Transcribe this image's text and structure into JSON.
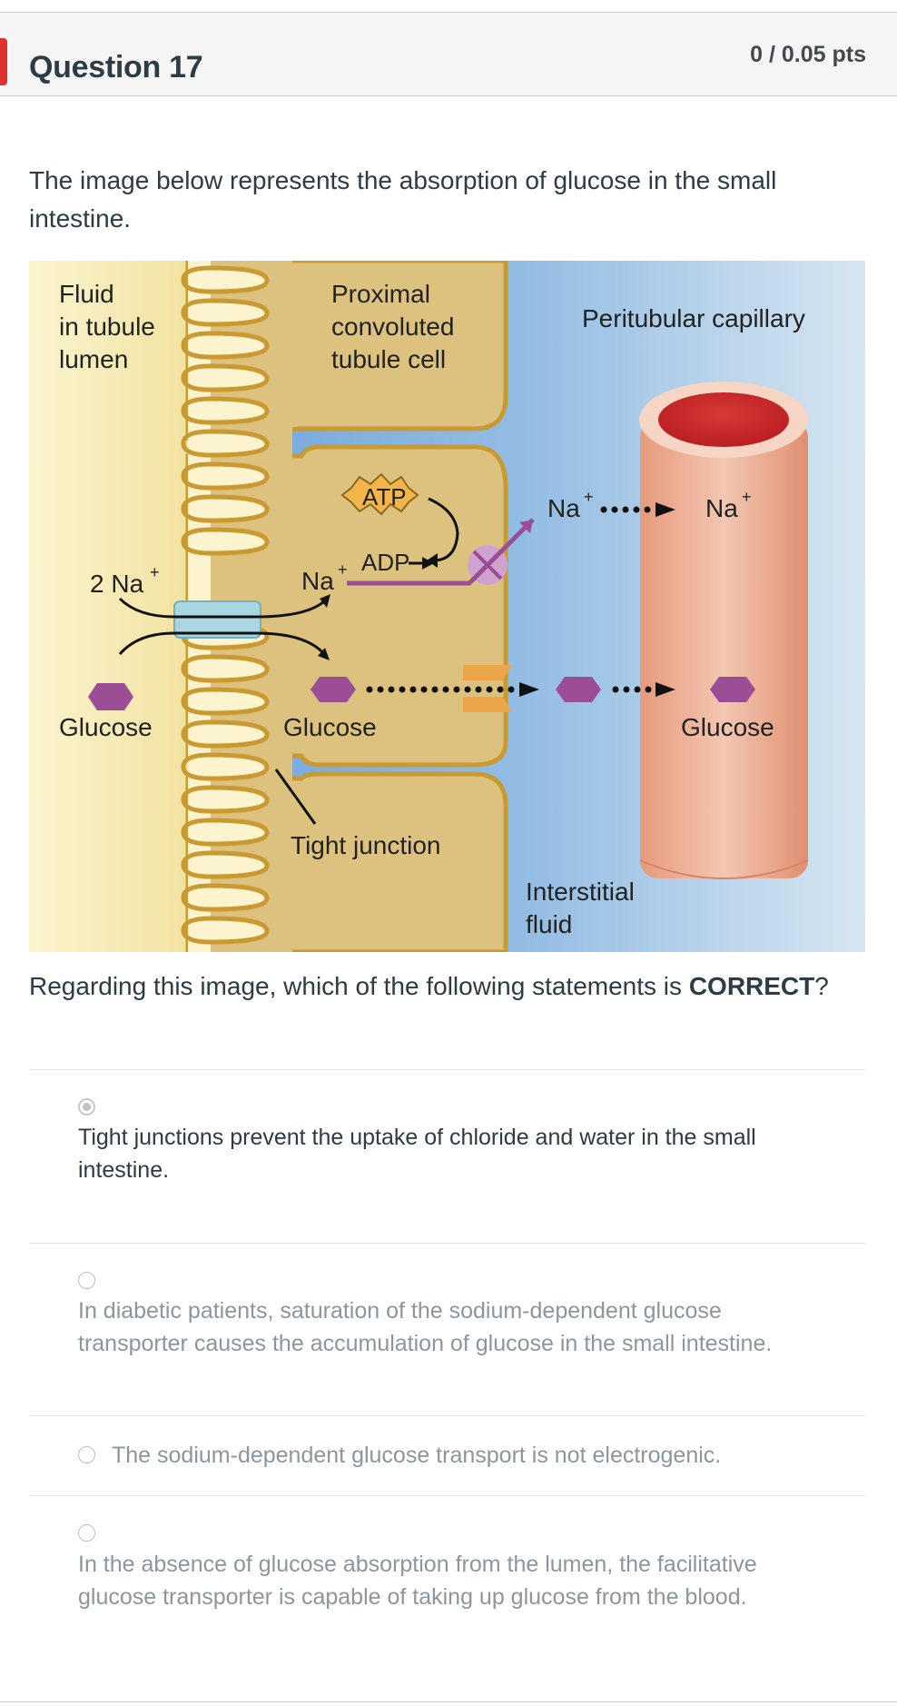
{
  "question": {
    "title": "Question 17",
    "points": "0 / 0.05 pts",
    "intro": "The image below represents the absorption of glucose in the small intestine.",
    "prompt_prefix": "Regarding this image, which of the following statements is ",
    "prompt_bold": "CORRECT",
    "prompt_suffix": "?"
  },
  "diagram": {
    "label_fluid_1": "Fluid",
    "label_fluid_2": "in tubule",
    "label_fluid_3": "lumen",
    "label_cell_1": "Proximal",
    "label_cell_2": "convoluted",
    "label_cell_3": "tubule cell",
    "label_capillary": "Peritubular capillary",
    "label_atp": "ATP",
    "label_adp": "ADP",
    "label_na": "Na",
    "label_2na": "2 Na",
    "label_plus": "+",
    "label_glucose": "Glucose",
    "label_tight_junction": "Tight junction",
    "label_interstitial_1": "Interstitial",
    "label_interstitial_2": "fluid"
  },
  "answers": [
    {
      "text": "Tight junctions prevent the uptake of chloride and water in the small intestine.",
      "selected": true
    },
    {
      "text": "In diabetic patients, saturation of the sodium-dependent glucose transporter causes the accumulation of glucose in the small intestine.",
      "selected": false
    },
    {
      "text": "The sodium-dependent glucose transport is not electrogenic.",
      "selected": false
    },
    {
      "text": "In the absence of glucose absorption from the lumen, the facilitative glucose transporter is capable of taking up glucose from the blood.",
      "selected": false
    }
  ],
  "colors": {
    "marker": "#e0312b",
    "header_bg": "#f5f5f5",
    "lumen": "#f7ecb6",
    "cell": "#dfc57f",
    "interstitial": "#7fb0dc",
    "capillary": "#e6a88c",
    "glucose": "#9b4d96",
    "atp": "#f2b54c"
  }
}
